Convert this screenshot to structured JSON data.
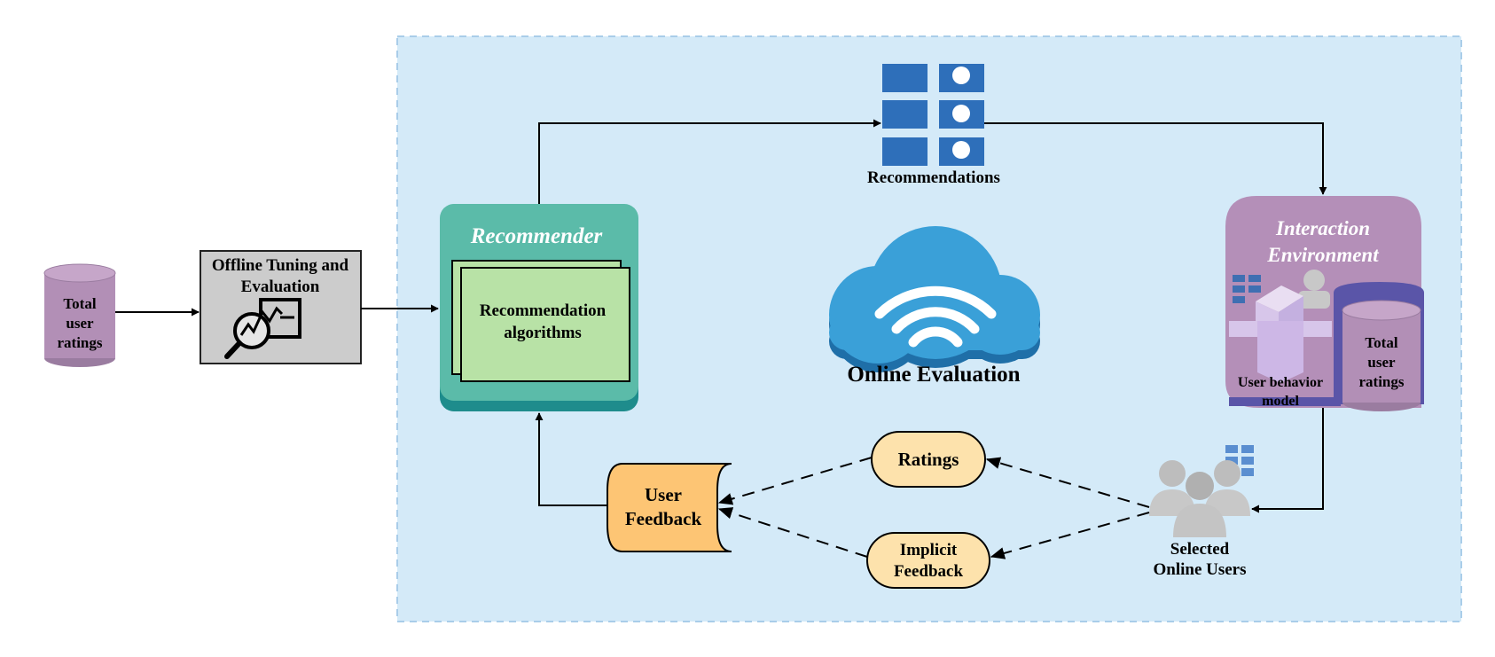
{
  "colors": {
    "panel_fill": "#d4eaf8",
    "panel_border": "#a9cde9",
    "db_fill": "#b28fb6",
    "db_top": "#c6a6c9",
    "offline_box": "#cccccc",
    "recommender": "#5bbba9",
    "recommender_dark": "#1e8c8c",
    "algo_fill": "#b8e2a6",
    "cloud": "#3aa0d8",
    "cloud_dark": "#1f6fa8",
    "rec_blocks": "#2e6fba",
    "env_fill": "#b48fb8",
    "env_accent": "#5a55a8",
    "pill_fill": "#fde2ac",
    "user_feedback": "#fdc574",
    "users_gray": "#c8c8c8"
  },
  "nodes": {
    "total_ratings_left": {
      "line1": "Total",
      "line2": "user",
      "line3": "ratings"
    },
    "offline": {
      "line1": "Offline Tuning and",
      "line2": "Evaluation",
      "icon": "chart-magnifier-icon"
    },
    "recommender": {
      "title": "Recommender",
      "algo_line1": "Recommendation",
      "algo_line2": "algorithms"
    },
    "recommendations": {
      "label": "Recommendations",
      "icon": "recommendation-list-icon"
    },
    "online_eval": {
      "label": "Online Evaluation",
      "icon": "cloud-wifi-icon"
    },
    "interaction_env": {
      "title_line1": "Interaction",
      "title_line2": "Environment",
      "behavior_line1": "User behavior",
      "behavior_line2": "model",
      "ratings_line1": "Total",
      "ratings_line2": "user",
      "ratings_line3": "ratings"
    },
    "ratings": {
      "label": "Ratings"
    },
    "implicit": {
      "line1": "Implicit",
      "line2": "Feedback"
    },
    "user_feedback": {
      "line1": "User",
      "line2": "Feedback"
    },
    "selected_users": {
      "line1": "Selected",
      "line2": "Online Users",
      "icon": "users-group-icon"
    }
  }
}
